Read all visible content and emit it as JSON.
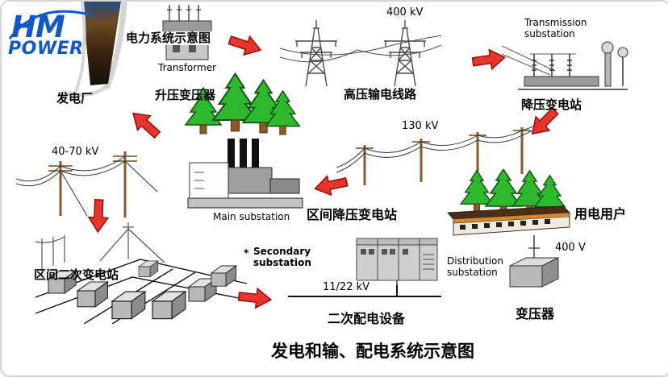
{
  "logo": {
    "hm": "HM",
    "power": "POWER"
  },
  "header": {
    "system_title": "电力系统示意图"
  },
  "footer": {
    "caption": "发电和输、配电系统示意图"
  },
  "nodes": {
    "power_plant": "发电厂",
    "transformer_en": "Transformer",
    "step_up_transformer": "升压变压器",
    "hv_transmission_lines": "高压输电线路",
    "transmission_substation": "Transmission substation",
    "step_down_substation": "降压变电站",
    "main_substation": "Main substation",
    "district_step_down_substation": "区间降压变电站",
    "district_secondary_substation": "区间二次变电站",
    "secondary_substation": "Secondary substation",
    "secondary_distribution_equipment": "二次配电设备",
    "distribution_substation": "Distribution substation",
    "transformer_cn": "变压器",
    "consumers": "用电用户"
  },
  "voltages": {
    "transmission": "400 kV",
    "subtransmission": "130 kV",
    "regional": "40-70 kV",
    "medium": "11/22 kV",
    "low": "400 V"
  },
  "misc": {
    "asterisk": "*"
  },
  "colors": {
    "arrow_red": "#e8342a",
    "tree_green": "#2eb82e",
    "logo_blue": "#1257c9"
  }
}
